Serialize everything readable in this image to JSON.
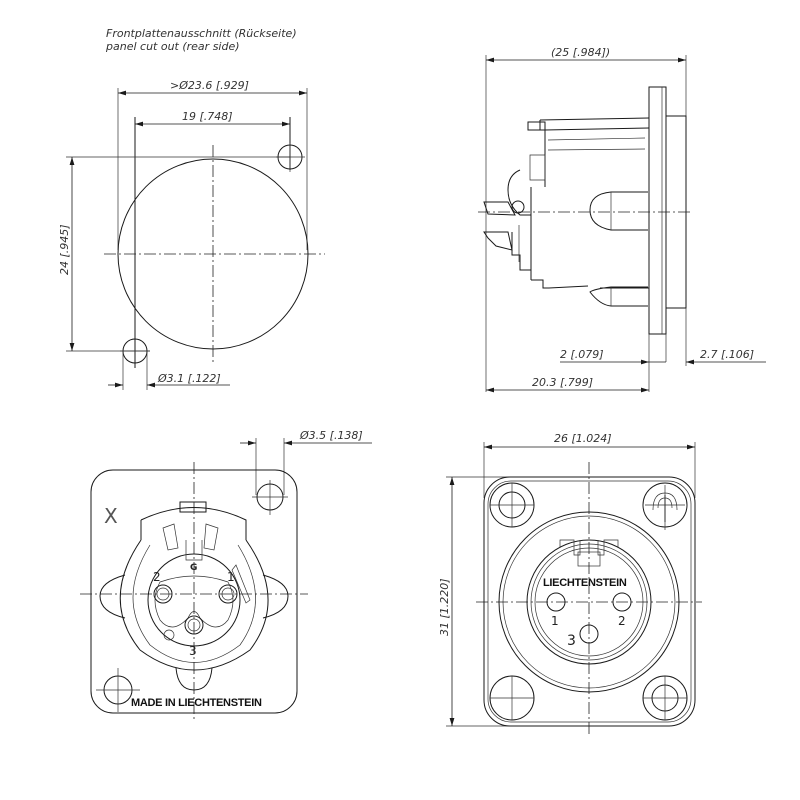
{
  "title_de": "Frontplattenausschnitt (Rückseite)",
  "title_en": "panel cut out (rear side)",
  "panel_cutout": {
    "outer_diameter": ">Ø23.6 [.929]",
    "hole_spacing": "19 [.748]",
    "vertical_spacing": "24 [.945]",
    "mount_hole": "Ø3.1 [.122]"
  },
  "side_view": {
    "overall_length": "(25 [.984])",
    "flange_thickness": "2 [.079]",
    "front_protrusion": "2.7 [.106]",
    "body_depth": "20.3 [.799]"
  },
  "rear_view": {
    "mount_hole": "Ø3.5 [.138]",
    "mark": "X",
    "pins": [
      "1",
      "2",
      "3"
    ],
    "ground": "G",
    "imprint": "MADE IN LIECHTENSTEIN"
  },
  "front_view": {
    "width": "26 [1.024]",
    "height": "31 [1.220]",
    "imprint": "LIECHTENSTEIN",
    "pins": [
      "1",
      "2",
      "3"
    ]
  }
}
